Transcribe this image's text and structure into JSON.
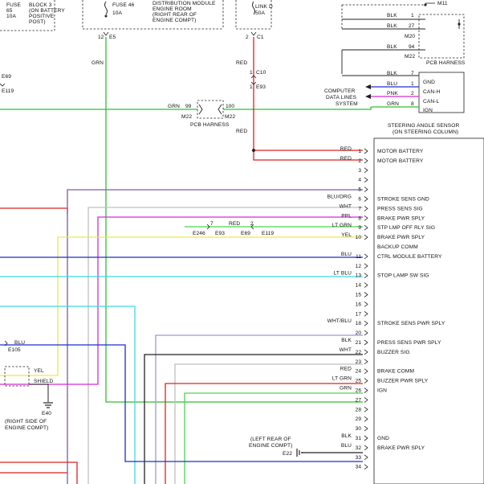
{
  "components": {
    "junction_block": {
      "lines": [
        "BLOCK 3",
        "(ON BATTERY",
        "POSITIVE",
        "POST)"
      ],
      "fuse_name": "FUSE",
      "fuse_num": "65",
      "fuse_amp": "10A"
    },
    "fuse46": {
      "fuse_name": "FUSE 46",
      "fuse_amp": "10A",
      "desc": [
        "DISTRIBUTION MODULE",
        "ENGINE ROOM",
        "(RIGHT REAR OF",
        "ENGINE COMPT)"
      ],
      "pin": "12",
      "conn": "E5"
    },
    "fusible_link": {
      "lines": [
        "LINK D",
        "50A"
      ],
      "pin": "2",
      "conn": "C1"
    },
    "m11": "M11",
    "pcb_harness_top": {
      "label": "PCB HARNESS",
      "m20": "M20",
      "m22": "M22",
      "pins": [
        "1",
        "27",
        "94"
      ]
    },
    "pcb_harness_mid": {
      "label": "PCB HARNESS",
      "left": "M22",
      "right": "M22",
      "pin_l": "99",
      "pin_r": "100"
    },
    "c10_e93": {
      "pin1": "1",
      "c10": "C10",
      "pin2": "1",
      "e93": "E93"
    },
    "computer_data_lines": [
      "COMPUTER",
      "DATA LINES",
      "SYSTEM"
    ],
    "e69": "E69",
    "e119_left": "E119",
    "splice_row": {
      "pin_a": "7",
      "e246": "E246",
      "e93": "E93",
      "red": "RED",
      "pin_b": "2",
      "e69": "E69",
      "e119": "E119"
    },
    "e105": "E105",
    "shield": "SHIELD",
    "e40": "E40",
    "right_side_note": [
      "(RIGHT SIDE OF",
      "ENGINE COMPT)"
    ],
    "left_rear_note": [
      "(LEFT REAR OF",
      "ENGINE COMPT)"
    ],
    "e22": "E22",
    "steering_sensor": [
      "STEERING ANGLE SENSOR",
      "(ON STEERING COLUMN)"
    ]
  },
  "wire_labels": {
    "grn_vertical": "GRN",
    "red_vertical": "RED",
    "red_vertical2": "RED",
    "top_blk1": "BLK",
    "top_blk2": "BLK",
    "top_blk3": "BLK",
    "can_blk": "BLK",
    "can_blu": "BLU",
    "can_pnk": "PNK",
    "can_grn": "GRN",
    "grn_mid": "GRN",
    "blu_left": "BLU",
    "yel_left": "YEL"
  },
  "can_connector": [
    {
      "pin": "7",
      "label": "GND"
    },
    {
      "pin": "1",
      "label": "CAN-H"
    },
    {
      "pin": "2",
      "label": "CAN-L"
    },
    {
      "pin": "8",
      "label": "IGN"
    }
  ],
  "module_pins": [
    {
      "pin": "1",
      "wire": "RED",
      "label": "MOTOR BATTERY"
    },
    {
      "pin": "2",
      "wire": "RED",
      "label": "MOTOR BATTERY"
    },
    {
      "pin": "3",
      "wire": "",
      "label": ""
    },
    {
      "pin": "4",
      "wire": "",
      "label": ""
    },
    {
      "pin": "5",
      "wire": "",
      "label": ""
    },
    {
      "pin": "6",
      "wire": "BLU/ORG",
      "label": "STROKE SENS GND"
    },
    {
      "pin": "7",
      "wire": "WHT",
      "label": "PRESS SENS SIG"
    },
    {
      "pin": "8",
      "wire": "PPL",
      "label": "BRAKE PWR SPLY"
    },
    {
      "pin": "9",
      "wire": "LT GRN",
      "label": "STP LMP OFF RLY SIG"
    },
    {
      "pin": "10",
      "wire": "YEL",
      "label": "BRAKE PWR SPLY"
    },
    {
      "pin": "",
      "wire": "",
      "label": "BACKUP COMM"
    },
    {
      "pin": "11",
      "wire": "BLU",
      "label": "CTRL MODULE BATTERY"
    },
    {
      "pin": "12",
      "wire": "",
      "label": ""
    },
    {
      "pin": "13",
      "wire": "LT BLU",
      "label": "STOP LAMP SW SIG"
    },
    {
      "pin": "14",
      "wire": "",
      "label": ""
    },
    {
      "pin": "15",
      "wire": "",
      "label": ""
    },
    {
      "pin": "16",
      "wire": "",
      "label": ""
    },
    {
      "pin": "17",
      "wire": "",
      "label": ""
    },
    {
      "pin": "18",
      "wire": "WHT/BLU",
      "label": "STROKE SENS PWR SPLY"
    },
    {
      "pin": "20",
      "wire": "",
      "label": ""
    },
    {
      "pin": "21",
      "wire": "BLK",
      "label": "PRESS SENS PWR SPLY"
    },
    {
      "pin": "22",
      "wire": "WHT",
      "label": "BUZZER SIG"
    },
    {
      "pin": "23",
      "wire": "",
      "label": ""
    },
    {
      "pin": "24",
      "wire": "RED",
      "label": "BRAKE COMM"
    },
    {
      "pin": "25",
      "wire": "LT GRN",
      "label": "BUZZER PWR SPLY"
    },
    {
      "pin": "26",
      "wire": "GRN",
      "label": "IGN"
    },
    {
      "pin": "27",
      "wire": "",
      "label": ""
    },
    {
      "pin": "28",
      "wire": "",
      "label": ""
    },
    {
      "pin": "29",
      "wire": "",
      "label": ""
    },
    {
      "pin": "30",
      "wire": "",
      "label": ""
    },
    {
      "pin": "31",
      "wire": "BLK",
      "label": "GND"
    },
    {
      "pin": "32",
      "wire": "BLU",
      "label": "BRAKE PWR SPLY"
    },
    {
      "pin": "33",
      "wire": "",
      "label": ""
    },
    {
      "pin": "34",
      "wire": "",
      "label": ""
    }
  ],
  "colors": {
    "red": "#e02020",
    "green": "#2fbf2f",
    "light_green": "#4cd34c",
    "blue": "#1e2ed0",
    "cyan": "#3cd8e8",
    "magenta": "#d82ad8",
    "yellow": "#ecec3a",
    "gray": "#bfbfbf",
    "black": "#222222",
    "blu_org": "#7a5ca8",
    "wht_blu": "#9a9ad8"
  }
}
